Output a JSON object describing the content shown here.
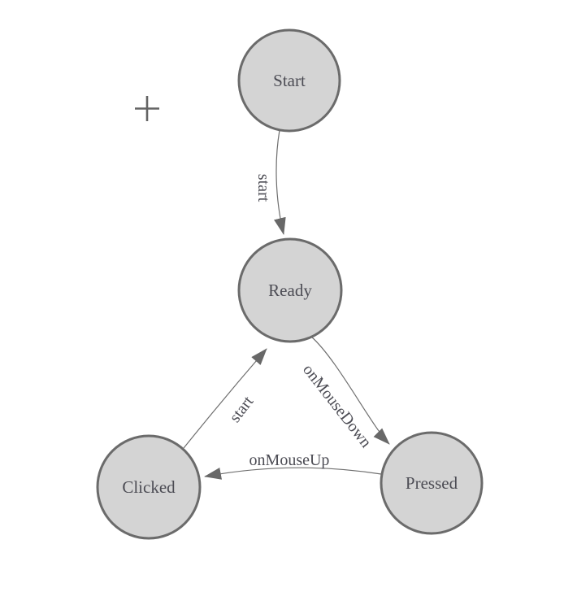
{
  "diagram": {
    "type": "state-machine",
    "nodes": [
      {
        "id": "start",
        "label": "Start"
      },
      {
        "id": "ready",
        "label": "Ready"
      },
      {
        "id": "clicked",
        "label": "Clicked"
      },
      {
        "id": "pressed",
        "label": "Pressed"
      }
    ],
    "edges": [
      {
        "from": "start",
        "to": "ready",
        "label": "start"
      },
      {
        "from": "ready",
        "to": "pressed",
        "label": "onMouseDown"
      },
      {
        "from": "pressed",
        "to": "clicked",
        "label": "onMouseUp"
      },
      {
        "from": "clicked",
        "to": "ready",
        "label": "start"
      }
    ]
  },
  "cursor": {
    "shape": "crosshair"
  },
  "colors": {
    "background": "#ffffff",
    "node_fill": "#d4d4d4",
    "node_stroke": "#6b6b6b",
    "edge_stroke": "#6e6e6e",
    "arrow_fill": "#686868",
    "label_text": "#4c4c54",
    "crosshair": "#646464"
  }
}
